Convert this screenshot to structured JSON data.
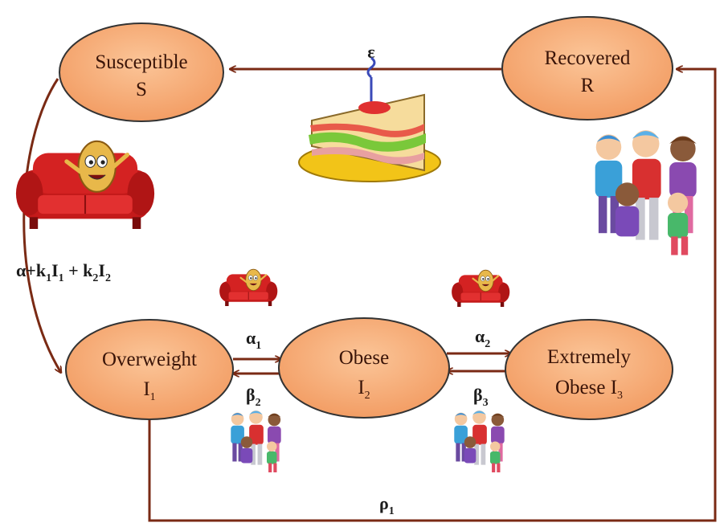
{
  "nodes": {
    "susceptible": {
      "line1": "Susceptible",
      "line2": "S"
    },
    "recovered": {
      "line1": "Recovered",
      "line2": "R"
    },
    "overweight": {
      "line1": "Overweight",
      "line2_main": "I",
      "line2_sub": "1"
    },
    "obese": {
      "line1": "Obese",
      "line2_main": "I",
      "line2_sub": "2"
    },
    "extremely_obese": {
      "line1": "Extremely",
      "line2_main": "Obese I",
      "line2_sub": "3"
    }
  },
  "rates": {
    "epsilon": "ε",
    "infection": {
      "p1": "α+k",
      "s1": "1",
      "p2": "I",
      "s2": "1",
      "p3": " + k",
      "s3": "2",
      "p4": "I",
      "s4": "2"
    },
    "alpha1": {
      "main": "α",
      "sub": "1"
    },
    "alpha2": {
      "main": "α",
      "sub": "2"
    },
    "beta2": {
      "main": "β",
      "sub": "2"
    },
    "beta3": {
      "main": "β",
      "sub": "3"
    },
    "rho1": {
      "main": "ρ",
      "sub": "1"
    }
  },
  "colors": {
    "node_fill": "#f5a36c",
    "node_stroke": "#333333",
    "arrow": "#7a2a14",
    "sofa": "#c41a1a",
    "potato": "#e8b84a"
  },
  "icons": [
    "couch-potato-icon",
    "sandwich-icon",
    "runners-icon"
  ]
}
